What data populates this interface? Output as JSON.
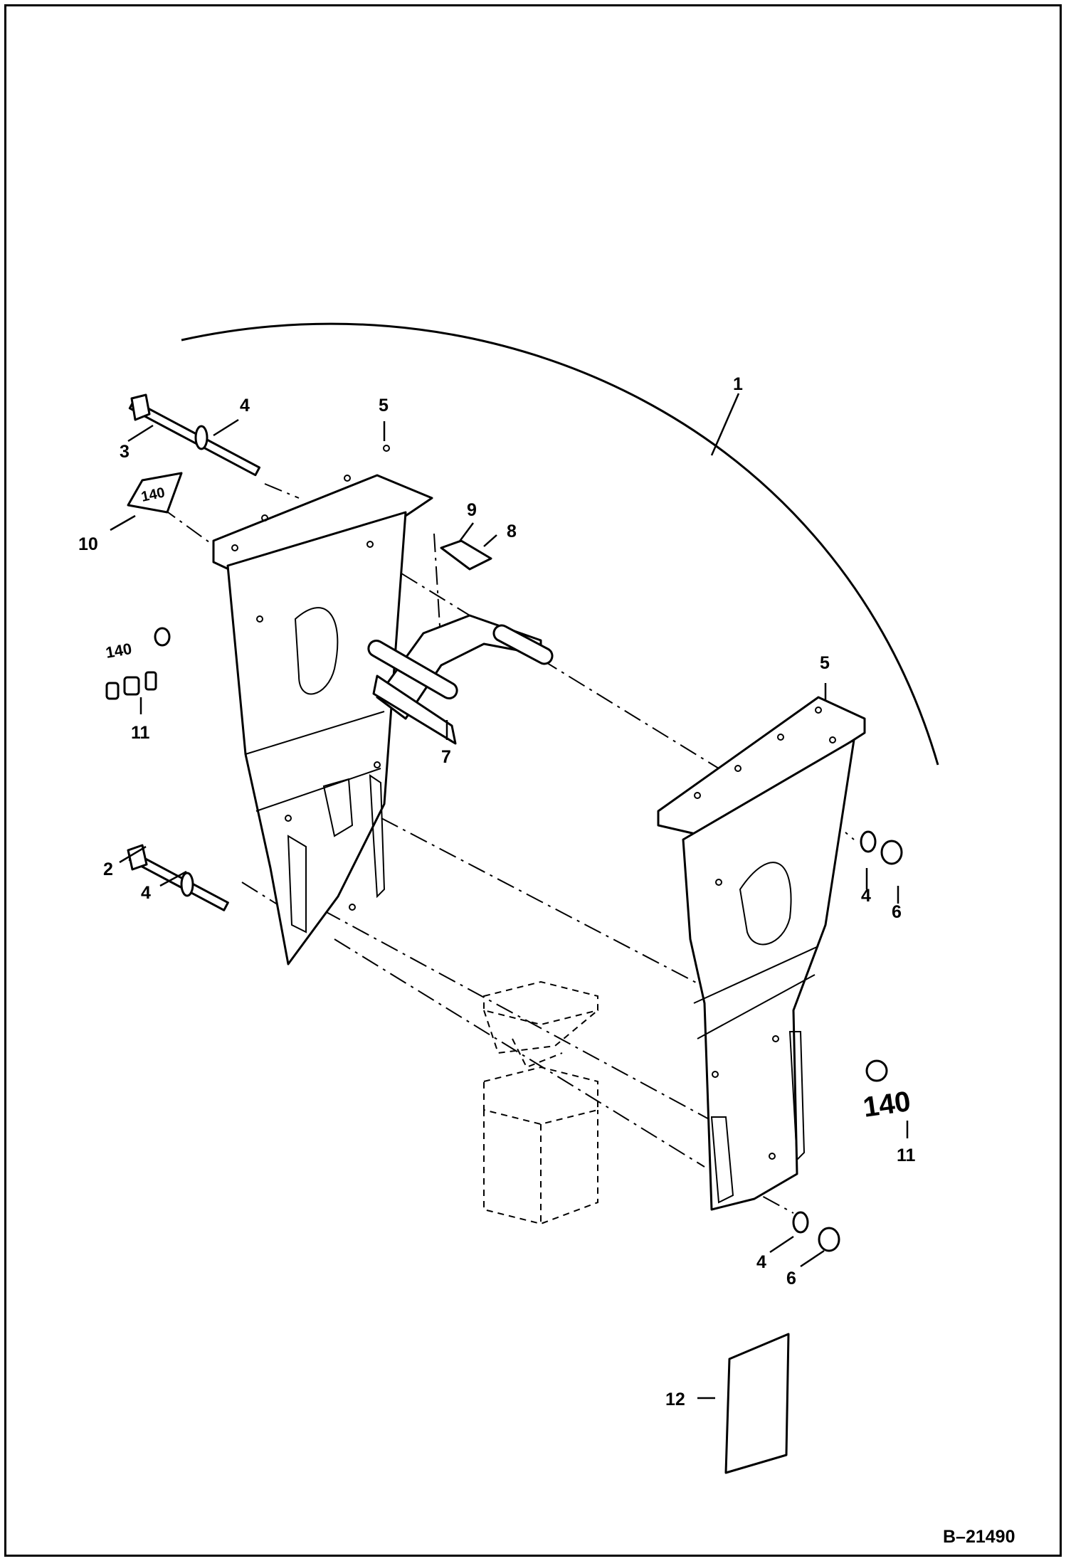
{
  "figure_code": "B–21490",
  "callouts": {
    "c1": "1",
    "c2": "2",
    "c3": "3",
    "c4a": "4",
    "c4b": "4",
    "c4c": "4",
    "c4d": "4",
    "c5a": "5",
    "c5b": "5",
    "c6a": "6",
    "c6b": "6",
    "c7": "7",
    "c8": "8",
    "c9": "9",
    "c10": "10",
    "c11a": "11",
    "c11b": "11",
    "c12": "12"
  },
  "decal_text": {
    "small_140_left": "140",
    "small_140_right": "140",
    "cube_plate": "140"
  }
}
